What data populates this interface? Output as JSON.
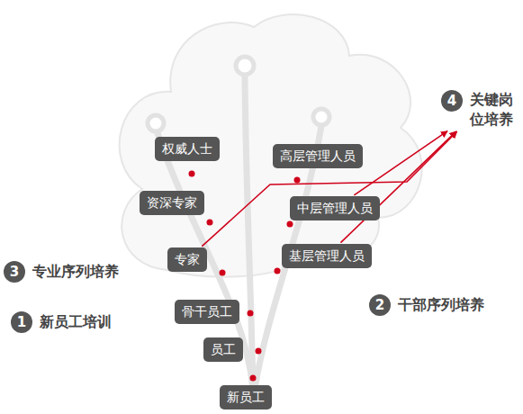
{
  "diagram": {
    "nodes": [
      {
        "text": [
          "4",
          "关键岗位培养"
        ]
      },
      {
        "text": [
          "权威人士"
        ]
      },
      {
        "text": [
          "高层管理人员"
        ]
      },
      {
        "text": [
          "资深专家"
        ]
      },
      {
        "text": [
          "中层管理人员"
        ]
      },
      {
        "text": [
          "基层管理人员"
        ]
      },
      {
        "text": [
          "专家"
        ]
      },
      {
        "text": [
          "3",
          "专业序列培养"
        ]
      },
      {
        "text": [
          "2",
          "干部序列培养"
        ]
      },
      {
        "text": [
          "骨干员工"
        ]
      },
      {
        "text": [
          "1",
          "新员工培训"
        ]
      },
      {
        "text": [
          "员工"
        ]
      },
      {
        "text": [
          "新员工"
        ]
      }
    ],
    "edges": [
      {
        "from": 6,
        "to": 0,
        "arrow": "to"
      },
      {
        "from": 4,
        "to": 0,
        "arrow": "to"
      },
      {
        "from": 5,
        "to": 0,
        "arrow": "to"
      }
    ]
  }
}
